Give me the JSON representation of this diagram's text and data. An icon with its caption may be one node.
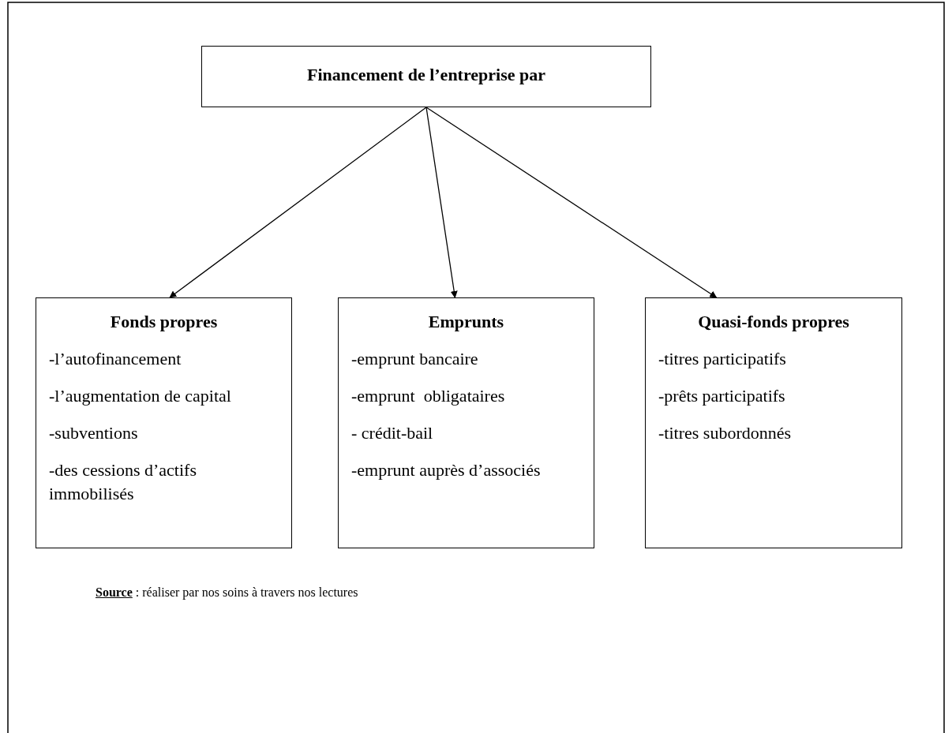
{
  "diagram": {
    "nodes": [
      {
        "text": [
          "Financement de l’entreprise par"
        ]
      },
      {
        "text": [
          "Fonds propres",
          "-l’autofinancement",
          "-l’augmentation de capital",
          "-subventions",
          "-des cessions d’actifs immobilisés"
        ]
      },
      {
        "text": [
          "Emprunts",
          "-emprunt bancaire",
          "-emprunt  obligataires",
          "- crédit-bail",
          "-emprunt auprès d’associés"
        ]
      },
      {
        "text": [
          "Quasi-fonds propres",
          "-titres participatifs",
          "-prêts participatifs",
          "-titres subordonnés"
        ]
      }
    ],
    "edges": [
      {
        "from": 0,
        "to": 1,
        "arrow": "to"
      },
      {
        "from": 0,
        "to": 2,
        "arrow": "to"
      },
      {
        "from": 0,
        "to": 3,
        "arrow": "to"
      }
    ],
    "labels": [
      "**Source** : réaliser par nos soins à travers nos lectures"
    ]
  }
}
